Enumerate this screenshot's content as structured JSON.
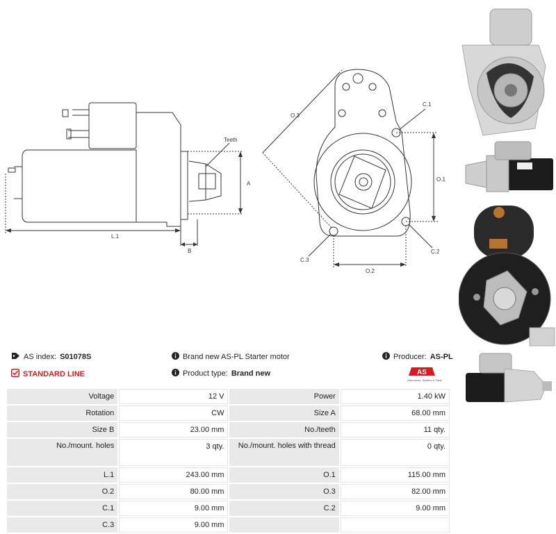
{
  "diagram": {
    "teeth_label": "Teeth",
    "dim_a": "A",
    "dim_l1": "L.1",
    "dim_b": "B",
    "dim_o3": "O.3",
    "dim_c1": "C.1",
    "dim_o1": "O.1",
    "dim_c3": "C.3",
    "dim_c2": "C.2",
    "dim_o2": "O.2"
  },
  "info": {
    "as_index_label": "AS index:",
    "as_index_value": "S01078S",
    "description": "Brand new AS-PL Starter motor",
    "producer_label": "Producer:",
    "producer_value": "AS-PL",
    "standard_line": "STANDARD LINE",
    "product_type_label": "Product type:",
    "product_type_value": "Brand new",
    "logo_text": "AS",
    "logo_tagline": "Alternators, Starters & Parts"
  },
  "specs": [
    {
      "l1": "Voltage",
      "v1": "12 V",
      "l2": "Power",
      "v2": "1.40 kW"
    },
    {
      "l1": "Rotation",
      "v1": "CW",
      "l2": "Size A",
      "v2": "68.00 mm"
    },
    {
      "l1": "Size B",
      "v1": "23.00 mm",
      "l2": "No./teeth",
      "v2": "11 qty."
    },
    {
      "l1": "No./mount. holes",
      "v1": "3 qty.",
      "l2": "No./mount. holes with thread",
      "v2": "0 qty."
    },
    {
      "l1": "L.1",
      "v1": "243.00 mm",
      "l2": "O.1",
      "v2": "115.00 mm"
    },
    {
      "l1": "O.2",
      "v1": "80.00 mm",
      "l2": "O.3",
      "v2": "82.00 mm"
    },
    {
      "l1": "C.1",
      "v1": "9.00 mm",
      "l2": "C.2",
      "v2": "9.00 mm"
    },
    {
      "l1": "C.3",
      "v1": "9.00 mm",
      "l2": "",
      "v2": ""
    }
  ],
  "colors": {
    "accent_red": "#d71920",
    "label_bg": "#e9e9e9",
    "line": "#333333"
  }
}
